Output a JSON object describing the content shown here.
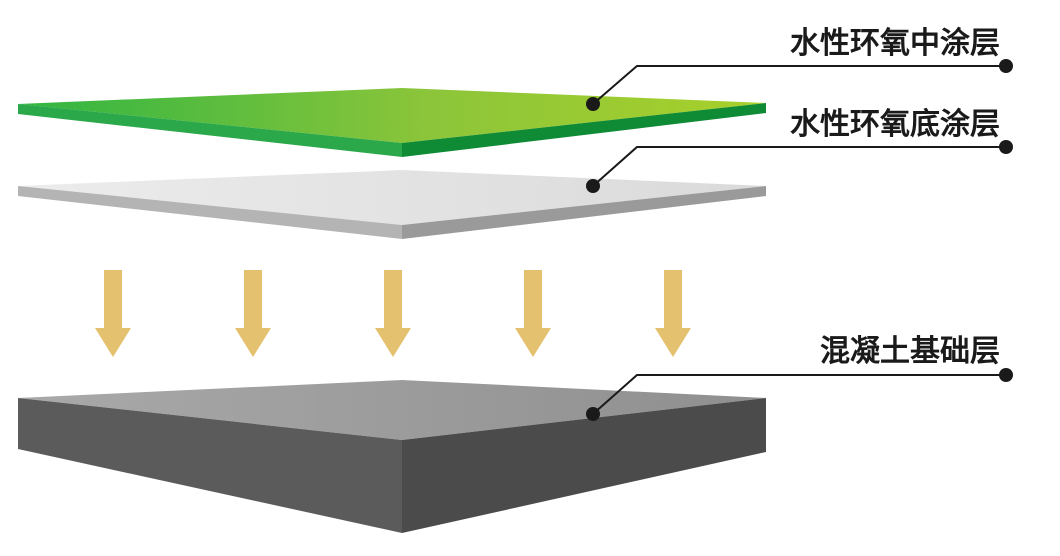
{
  "labels": {
    "mid_coat": "水性环氧中涂层",
    "primer": "水性环氧底涂层",
    "concrete": "混凝土基础层"
  },
  "colors": {
    "green_top": "#86c232",
    "green_top_light": "#a6d02a",
    "green_side": "#1a9a3c",
    "gray_top": "#e2e2e2",
    "gray_side": "#a5a5a5",
    "concrete_top": "#9c9c9c",
    "concrete_front": "#5a5a5a",
    "concrete_side": "#4a4a4a",
    "arrow": "#e3c16f",
    "line": "#1a1a1a"
  },
  "arrow_count": 5
}
